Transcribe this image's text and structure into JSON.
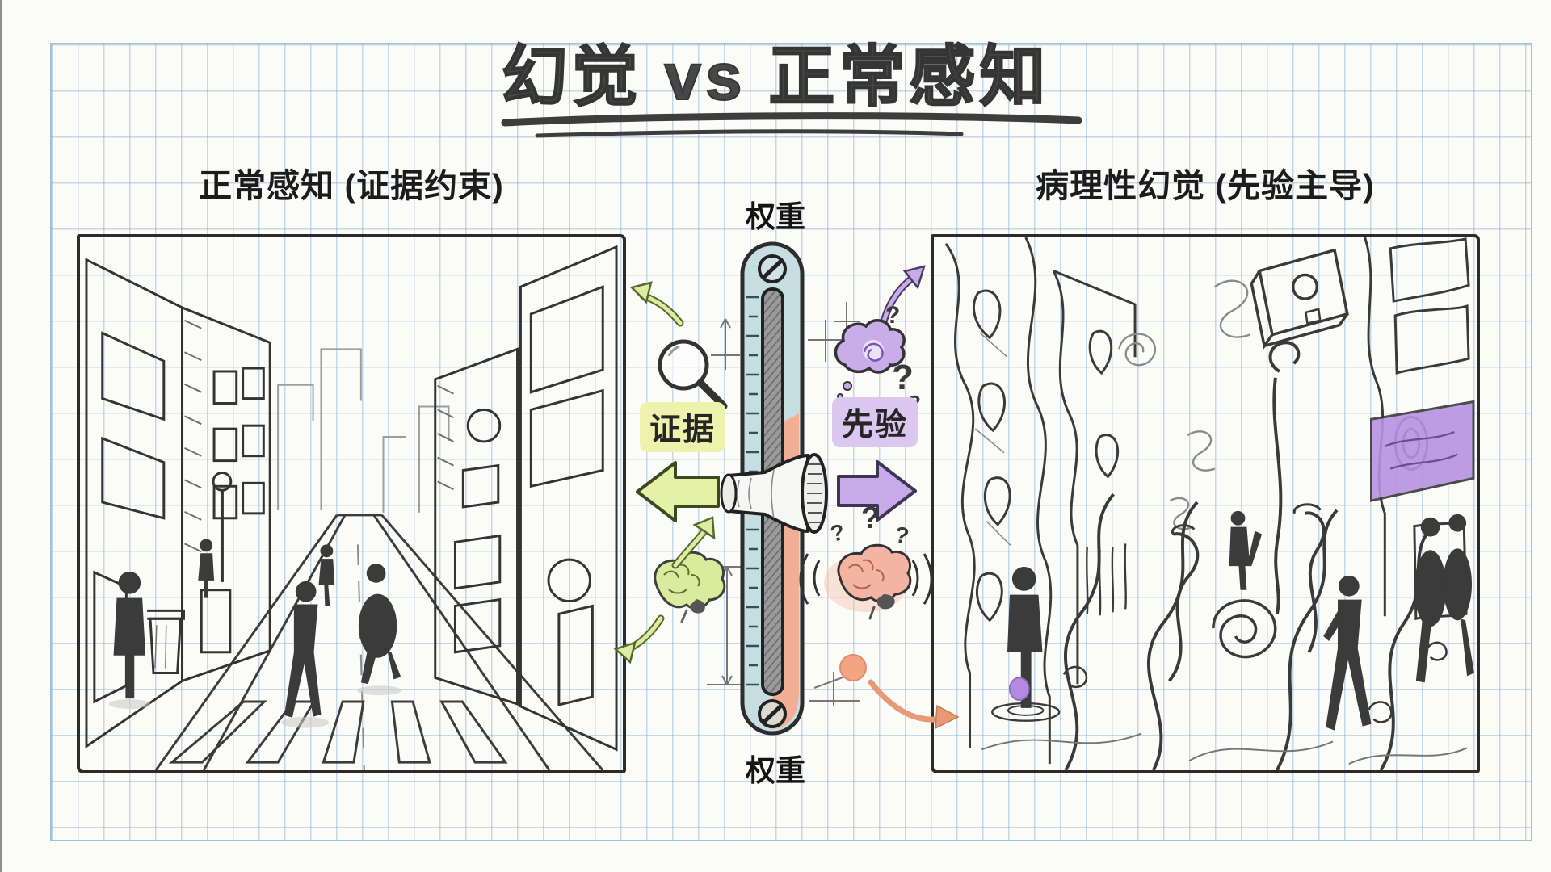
{
  "title": "幻觉 vs 正常感知",
  "panels": {
    "left": {
      "label": "正常感知 (证据约束)"
    },
    "right": {
      "label": "病理性幻觉 (先验主导)"
    }
  },
  "slider": {
    "top_label": "权重",
    "bottom_label": "权重"
  },
  "evidence": {
    "label": "证据"
  },
  "prior": {
    "label": "先验"
  },
  "question_marks": {
    "above_cloud": "?",
    "beside_cloud_large": "?",
    "beside_cloud_small": "?",
    "brain_left": "?",
    "brain_center": "?",
    "brain_right": "?"
  },
  "icons": {
    "magnifier-icon": "magnifying glass",
    "evidence-brain-icon": "green brain",
    "prior-cloud-icon": "purple thought cloud with spiral",
    "noisy-brain-icon": "orange vibrating brain",
    "evidence-arrow-icon": "green block arrow pointing left",
    "prior-arrow-icon": "purple block arrow pointing right",
    "orange-dot-icon": "orange dot",
    "purple-dot-icon": "purple dot"
  },
  "colors": {
    "grid_line": "#6ea0cd",
    "ink": "#333333",
    "track_blue": "#c6dee2",
    "track_salmon": "#f1b096",
    "slot_gray": "#8a8a8a",
    "evidence_green_fill": "#e6f1a8",
    "evidence_green_edge": "#57682f",
    "evidence_highlight": "#edf2ad",
    "brain_green": "#d9ec9e",
    "prior_purple_fill": "#c7abe8",
    "prior_purple_edge": "#4a3a66",
    "prior_highlight": "#dcc7f1",
    "cloud_purple": "#c9ade9",
    "brain_orange": "#f4b4a2",
    "orange_dot": "#f2a485",
    "orange_arrow": "#e89a78",
    "purple_dot": "#b48ae0",
    "sign_purple": "#b693e0"
  }
}
